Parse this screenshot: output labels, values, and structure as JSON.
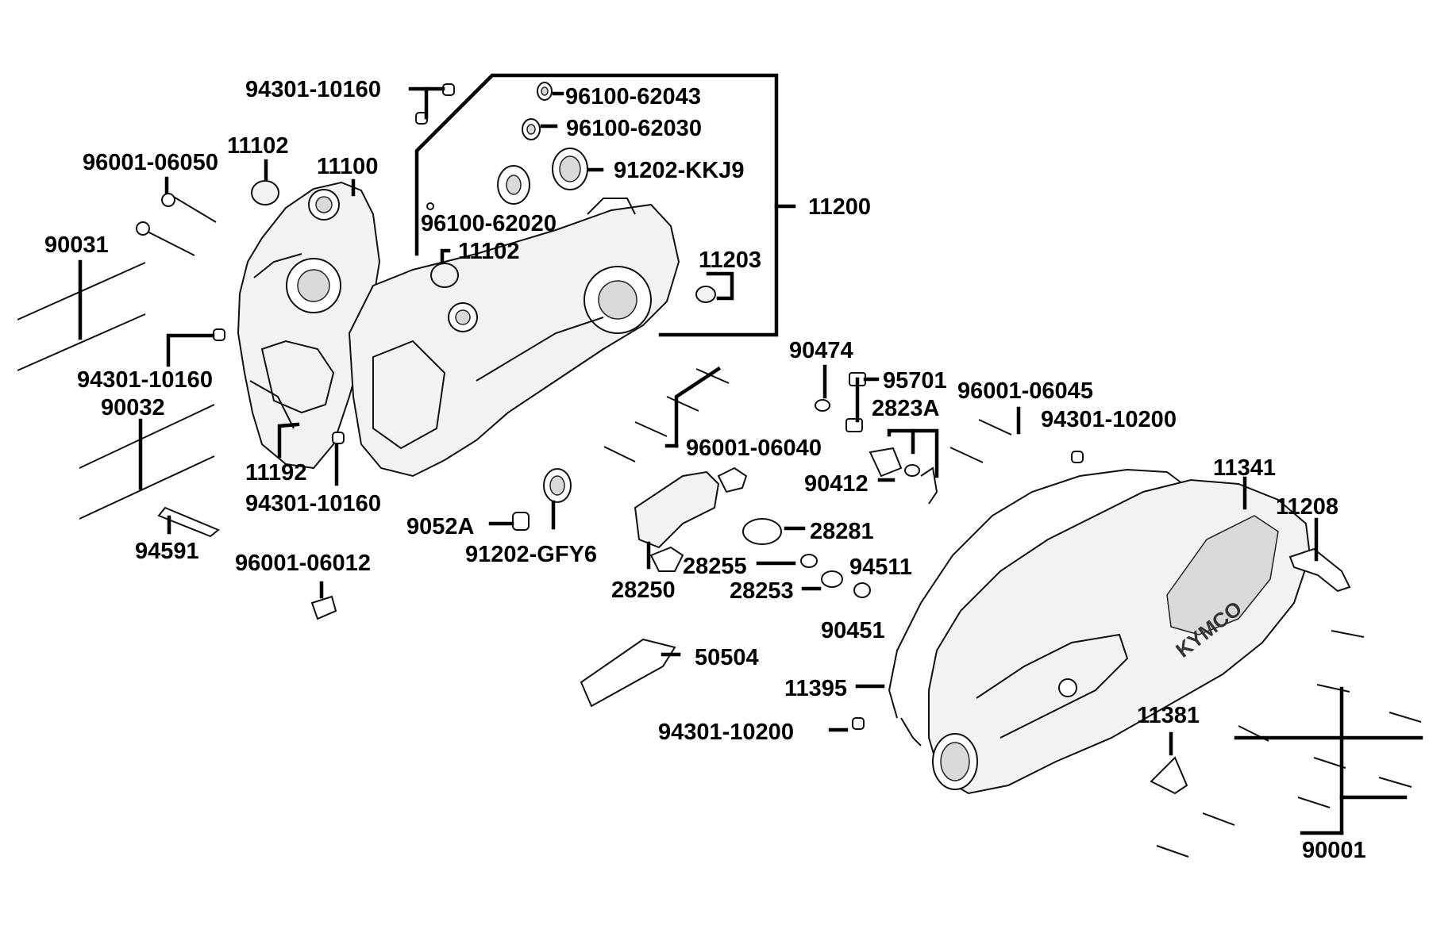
{
  "colors": {
    "line": "#000000",
    "background": "#ffffff",
    "part_fill": "#f2f2f2"
  },
  "labels": {
    "p94301_10160_top": "94301-10160",
    "p96100_62043": "96100-62043",
    "p96100_62030": "96100-62030",
    "p91202_KKJ9": "91202-KKJ9",
    "p11200": "11200",
    "p11102_a": "11102",
    "p11100": "11100",
    "p96001_06050": "96001-06050",
    "p96100_62020": "96100-62020",
    "p11102_b": "11102",
    "p11203": "11203",
    "p90031": "90031",
    "p94301_10160_mid": "94301-10160",
    "p90032": "90032",
    "p11192": "11192",
    "p94301_10160_low": "94301-10160",
    "p9052A": "9052A",
    "p91202_GFY6": "91202-GFY6",
    "p94591": "94591",
    "p96001_06012": "96001-06012",
    "p90474": "90474",
    "p95701": "95701",
    "p2823A": "2823A",
    "p96001_06045": "96001-06045",
    "p94301_10200_a": "94301-10200",
    "p96001_06040": "96001-06040",
    "p90412": "90412",
    "p11341": "11341",
    "p11208": "11208",
    "p28281": "28281",
    "p28255": "28255",
    "p94511": "94511",
    "p28253": "28253",
    "p28250": "28250",
    "p90451": "90451",
    "p50504": "50504",
    "p11395": "11395",
    "p94301_10200_b": "94301-10200",
    "p11381": "11381",
    "p90001": "90001"
  },
  "cover_logo": "KYMCO"
}
